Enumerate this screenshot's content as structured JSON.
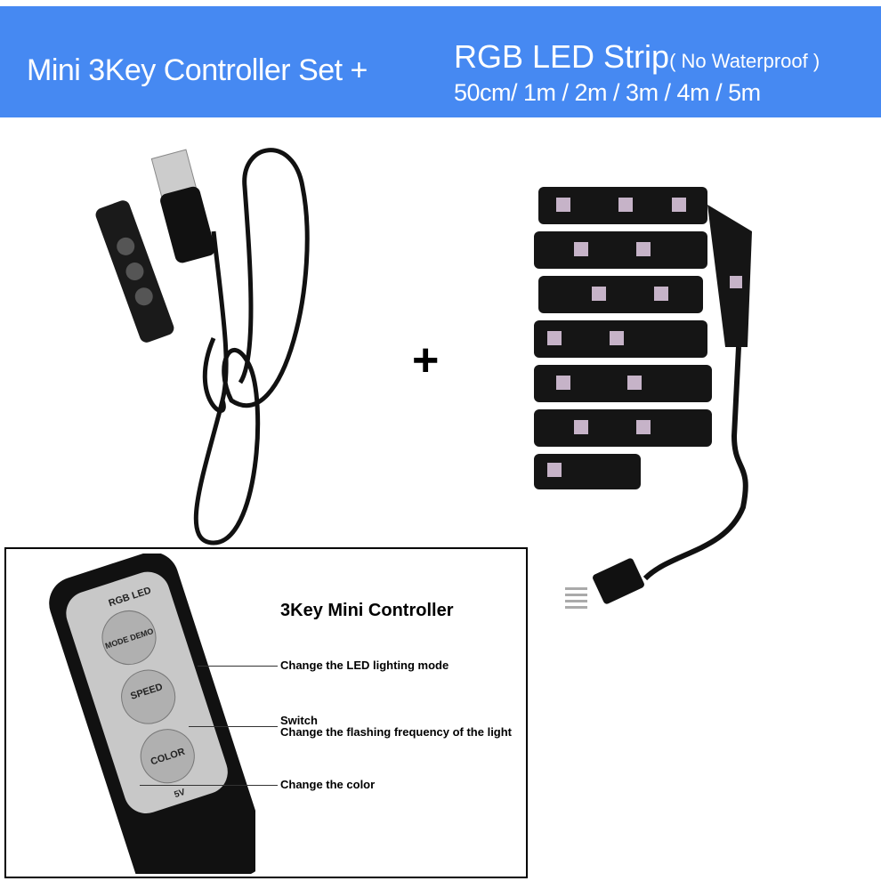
{
  "banner": {
    "left_text": "Mini 3Key Controller Set +",
    "right_title": "RGB LED Strip",
    "right_note": "( No Waterproof )",
    "sizes": "50cm/ 1m / 2m / 3m / 4m / 5m",
    "color": "#4689f2"
  },
  "plus_sign": "+",
  "detail": {
    "title": "3Key Mini Controller",
    "labels": [
      "Change the LED lighting mode",
      "Switch",
      "Change the flashing frequency of the light",
      "Change the color"
    ],
    "controller_markings": {
      "brand": "RGB LED",
      "mode": "MODE DEMO",
      "speed": "SPEED",
      "color": "COLOR",
      "voltage": "5V"
    }
  }
}
